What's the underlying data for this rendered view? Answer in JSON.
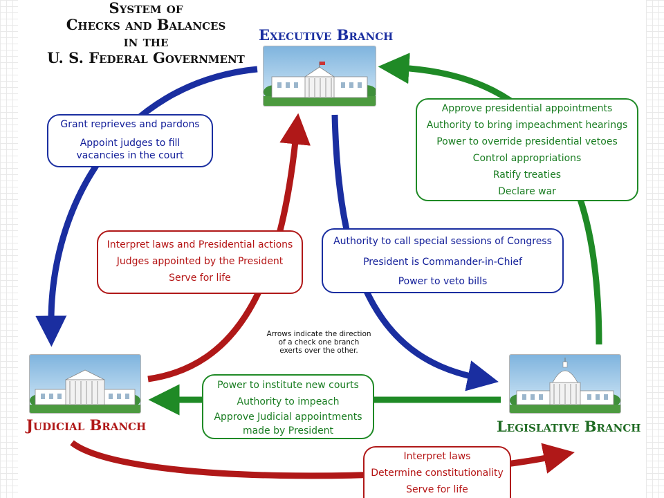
{
  "title": {
    "lines": [
      "System of",
      "Checks and Balances",
      "in the",
      "U. S. Federal Government"
    ]
  },
  "branches": {
    "executive": {
      "label": "Executive Branch",
      "icon": "white-house-icon",
      "color": "#1a2ea0"
    },
    "judicial": {
      "label": "Judicial Branch",
      "icon": "supreme-court-icon",
      "color": "#b01818"
    },
    "legislative": {
      "label": "Legislative Branch",
      "icon": "capitol-icon",
      "color": "#1f6b23"
    }
  },
  "boxes": {
    "executive_to_judicial": {
      "color": "#1a2ea0",
      "items": [
        "Grant reprieves and pardons",
        "Appoint judges to fill",
        "vacancies in the court"
      ]
    },
    "legislative_to_executive": {
      "color": "#1f8a26",
      "items": [
        "Approve presidential appointments",
        "Authority to bring impeachment hearings",
        "Power to override presidential vetoes",
        "Control appropriations",
        "Ratify treaties",
        "Declare war"
      ]
    },
    "judicial_to_executive": {
      "color": "#b01818",
      "items": [
        "Interpret laws and Presidential actions",
        "Judges appointed by the President",
        "Serve for life"
      ]
    },
    "executive_to_legislative": {
      "color": "#1a2ea0",
      "items": [
        "Authority to call special sessions of Congress",
        "President is Commander-in-Chief",
        "Power to veto bills"
      ]
    },
    "legislative_to_judicial": {
      "color": "#1f8a26",
      "items": [
        "Power to institute new courts",
        "Authority to impeach",
        "Approve Judicial appointments",
        "made by President"
      ]
    },
    "judicial_to_legislative": {
      "color": "#b01818",
      "items": [
        "Interpret laws",
        "Determine constitutionality",
        "Serve for life"
      ]
    }
  },
  "note": {
    "lines": [
      "Arrows indicate the direction",
      "of a check one branch",
      "exerts over the other."
    ]
  },
  "colors": {
    "blue": "#1a2ea0",
    "green": "#1f8a26",
    "red": "#b01818"
  }
}
